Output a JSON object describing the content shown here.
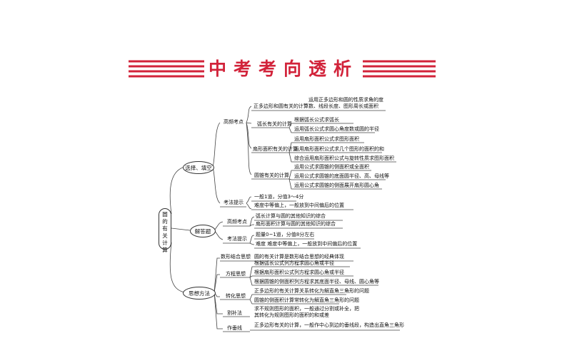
{
  "banner": {
    "title": "中考考向透析",
    "color": "#d2233a"
  },
  "root": {
    "chars": [
      "圆",
      "的",
      "有",
      "关",
      "计",
      "算"
    ]
  },
  "branches": {
    "xuanze": {
      "label": "选择、填空",
      "gaopin": "高频考点",
      "topics": [
        {
          "label": "正多边形和圆有关的计算",
          "items": [
            "运用正多边形和圆的性质求角的度数、线段长度、图形周长或面积"
          ]
        },
        {
          "label": "弧长有关的计算",
          "items": [
            "根据弧长公式求弧长",
            "运用弧长公式求圆心角度数或圆的半径"
          ]
        },
        {
          "label": "扇形面积有关的计算",
          "items": [
            "运用扇形面积公式求图形面积",
            "运用扇形面积公式求几个图形的面积的和",
            "综合运用扇形面积公式与旋转性质求图形面积"
          ]
        },
        {
          "label": "圆锥有关的计算",
          "items": [
            "运用公式求圆锥的侧面积或全面积",
            "运用公式求圆锥的底面圆半径、高、母线等",
            "运用公式求圆锥的侧面展开扇形圆心角"
          ]
        }
      ],
      "kaofa": "考法提示",
      "kaofa_items": [
        "一般1道，分值3～4分",
        "难度中等偏上，一般放到中间偏后的位置"
      ]
    },
    "jieda": {
      "label": "解答题",
      "gaopin": "高频考点",
      "gaopin_items": [
        "弧长计算与圆的其他知识的综合",
        "扇形面积计算与圆的其他知识的综合"
      ],
      "kaofa": "考法提示",
      "kaofa_items": [
        "题量0~1道，分值8分左右",
        "难度   难度中等偏上，一般放到中间偏后的位置"
      ]
    },
    "sixiang": {
      "label": "思想方法",
      "items": [
        {
          "label": "数形结合思想",
          "texts": [
            "圆的有关计算是数形结合思想的经典体现"
          ]
        },
        {
          "label": "方程思想",
          "texts": [
            "根据弧长公式列方程求圆心角或半径",
            "根据扇形面积公式列方程求圆心角或半径",
            "根据圆锥的侧面积列方程求其底面半径、母线、圆心角等"
          ]
        },
        {
          "label": "转化思想",
          "texts": [
            "正多边形的有关计算关系转化为解直角三角形的问题",
            "圆锥的侧面积计算常转化为解直角三角形的问题"
          ]
        },
        {
          "label": "割补法",
          "texts": [
            "求不规则图形的面积，一般通过分割或补全，把其转化为规则图形的面积的和或差"
          ]
        },
        {
          "label": "作垂线",
          "texts": [
            "正多边形有关的计算，一般作中心到边的垂线段，构造出直角三角形"
          ]
        }
      ]
    }
  }
}
